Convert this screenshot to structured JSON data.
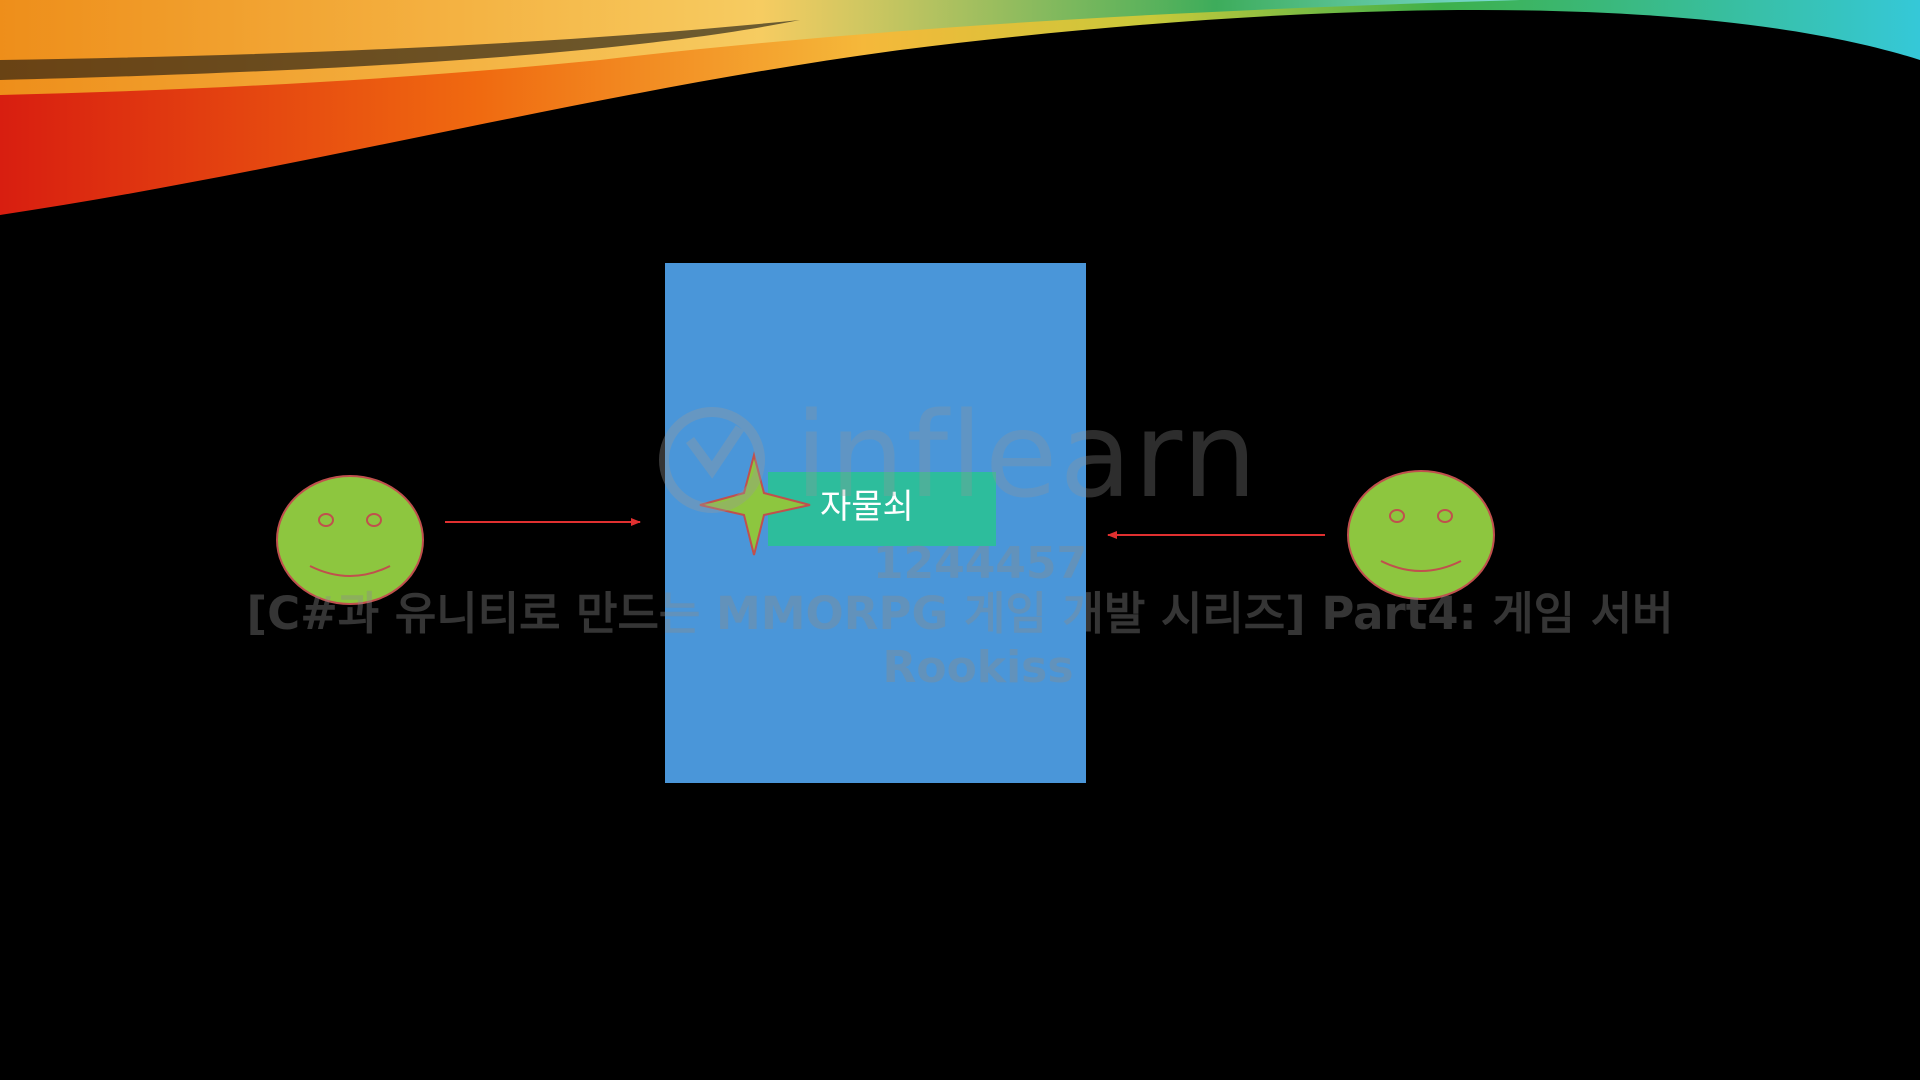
{
  "diagram": {
    "lock_label": "자물쇠",
    "left_person_icon": "smiley-face-icon",
    "right_person_icon": "smiley-face-icon",
    "lock_icon": "four-point-star-icon",
    "colors": {
      "background": "#000000",
      "door": "#4a96d9",
      "lock_bar": "#2dbd9c",
      "face_fill": "#8dc63f",
      "face_outline": "#c0504d",
      "arrow": "#e03030"
    }
  },
  "watermark": {
    "logo_text": "inflearn",
    "id": "1244457",
    "title": "[C#과 유니티로 만드는 MMORPG 게임 개발 시리즈] Part4: 게임 서버",
    "author": "Rookiss"
  }
}
